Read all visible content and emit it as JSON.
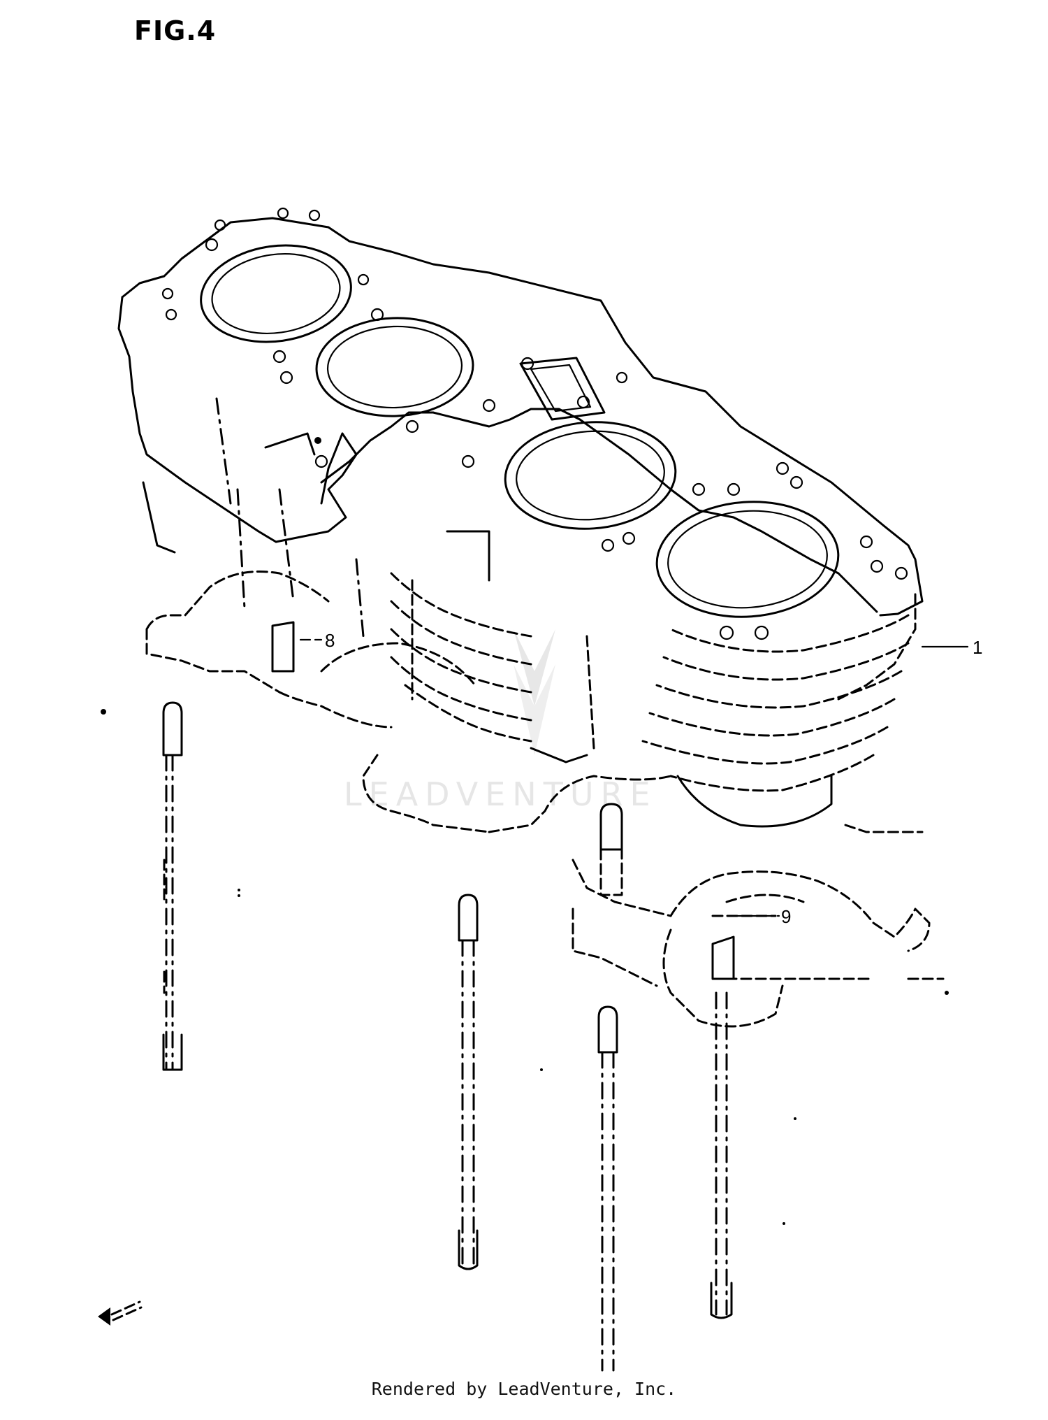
{
  "figure": {
    "title": "FIG.4",
    "callouts": [
      "1",
      "8",
      "9"
    ]
  },
  "footer": {
    "credit": "Rendered by LeadVenture, Inc."
  },
  "watermark": {
    "text": "LEADVENTURE"
  },
  "colors": {
    "ink": "#000000",
    "background": "#ffffff",
    "watermark": "#c8c8c8"
  }
}
